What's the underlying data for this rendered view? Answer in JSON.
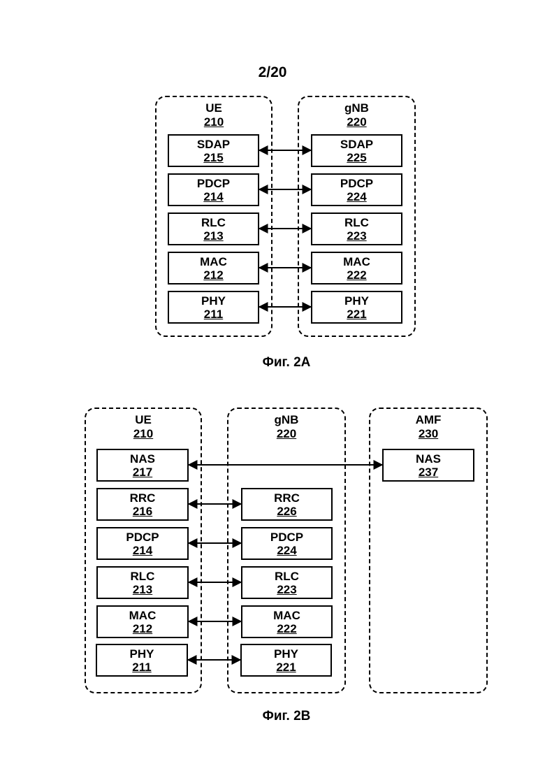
{
  "page_label": "2/20",
  "fig_2a": {
    "caption": "Фиг. 2А",
    "groups": {
      "ue": {
        "name": "UE",
        "num": "210"
      },
      "gnb": {
        "name": "gNB",
        "num": "220"
      }
    },
    "layers": [
      {
        "ue": {
          "name": "SDAP",
          "num": "215"
        },
        "gnb": {
          "name": "SDAP",
          "num": "225"
        }
      },
      {
        "ue": {
          "name": "PDCP",
          "num": "214"
        },
        "gnb": {
          "name": "PDCP",
          "num": "224"
        }
      },
      {
        "ue": {
          "name": "RLC",
          "num": "213"
        },
        "gnb": {
          "name": "RLC",
          "num": "223"
        }
      },
      {
        "ue": {
          "name": "MAC",
          "num": "212"
        },
        "gnb": {
          "name": "MAC",
          "num": "222"
        }
      },
      {
        "ue": {
          "name": "PHY",
          "num": "211"
        },
        "gnb": {
          "name": "PHY",
          "num": "221"
        }
      }
    ]
  },
  "fig_2b": {
    "caption": "Фиг. 2В",
    "groups": {
      "ue": {
        "name": "UE",
        "num": "210"
      },
      "gnb": {
        "name": "gNB",
        "num": "220"
      },
      "amf": {
        "name": "AMF",
        "num": "230"
      }
    },
    "nas": {
      "ue": {
        "name": "NAS",
        "num": "217"
      },
      "amf": {
        "name": "NAS",
        "num": "237"
      }
    },
    "layers": [
      {
        "ue": {
          "name": "RRC",
          "num": "216"
        },
        "gnb": {
          "name": "RRC",
          "num": "226"
        }
      },
      {
        "ue": {
          "name": "PDCP",
          "num": "214"
        },
        "gnb": {
          "name": "PDCP",
          "num": "224"
        }
      },
      {
        "ue": {
          "name": "RLC",
          "num": "213"
        },
        "gnb": {
          "name": "RLC",
          "num": "223"
        }
      },
      {
        "ue": {
          "name": "MAC",
          "num": "212"
        },
        "gnb": {
          "name": "MAC",
          "num": "222"
        }
      },
      {
        "ue": {
          "name": "PHY",
          "num": "211"
        },
        "gnb": {
          "name": "PHY",
          "num": "221"
        }
      }
    ]
  }
}
